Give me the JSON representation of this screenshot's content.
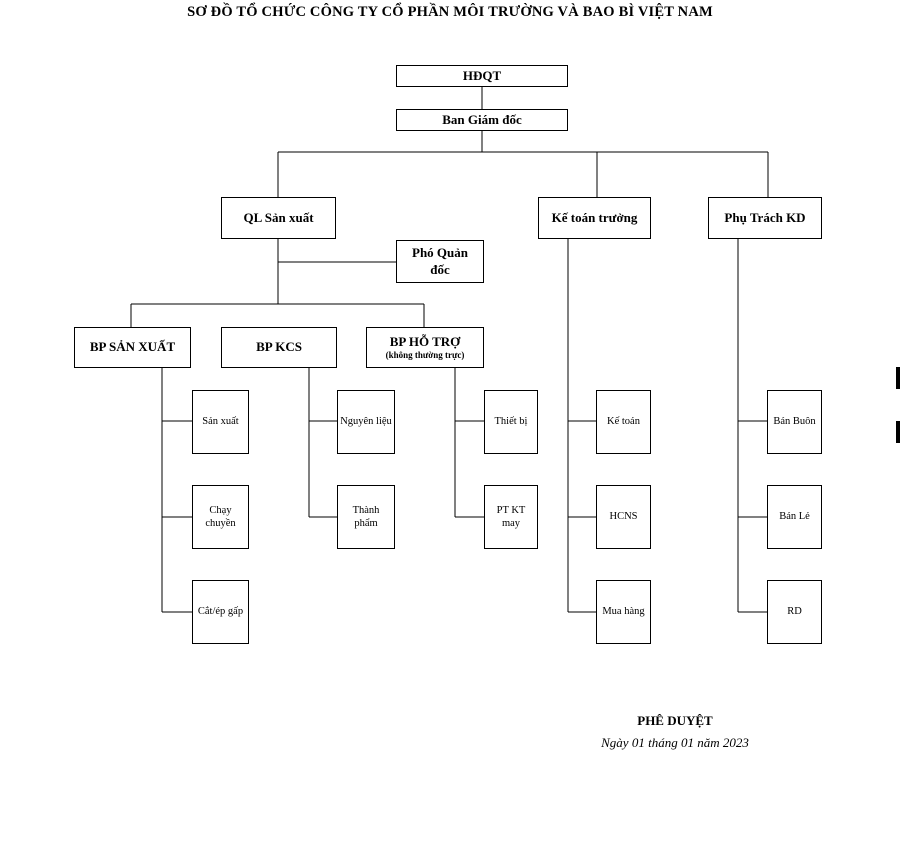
{
  "title": "SƠ ĐỒ TỔ CHỨC CÔNG TY CỔ PHẦN MÔI TRƯỜNG VÀ BAO BÌ VIỆT NAM",
  "nodes": {
    "hdqt": "HĐQT",
    "ban_giam_doc": "Ban Giám đốc",
    "ql_san_xuat": "QL Sản xuất",
    "ke_toan_truong": "Kế toán trưởng",
    "phu_trach_kd": "Phụ Trách KD",
    "pho_quan_doc": "Phó Quản đốc",
    "bp_san_xuat": "BP SẢN XUẤT",
    "bp_kcs": "BP KCS",
    "bp_ho_tro": "BP HỖ TRỢ",
    "bp_ho_tro_note": "(không thường trực)",
    "san_xuat": "Sản xuất",
    "chay_chuyen": "Chạy chuyền",
    "cat_ep_gap": "Cắt/ép gấp",
    "nguyen_lieu": "Nguyên liệu",
    "thanh_pham": "Thành phẩm",
    "thiet_bi": "Thiết bị",
    "pt_kt_may": "PT KT may",
    "ke_toan": "Kế toán",
    "hcns": "HCNS",
    "mua_hang": "Mua hàng",
    "ban_buon": "Bán Buôn",
    "ban_le": "Bán Lẻ",
    "rd": "RD"
  },
  "approval": {
    "label": "PHÊ DUYỆT",
    "date": "Ngày 01 tháng 01 năm 2023"
  }
}
